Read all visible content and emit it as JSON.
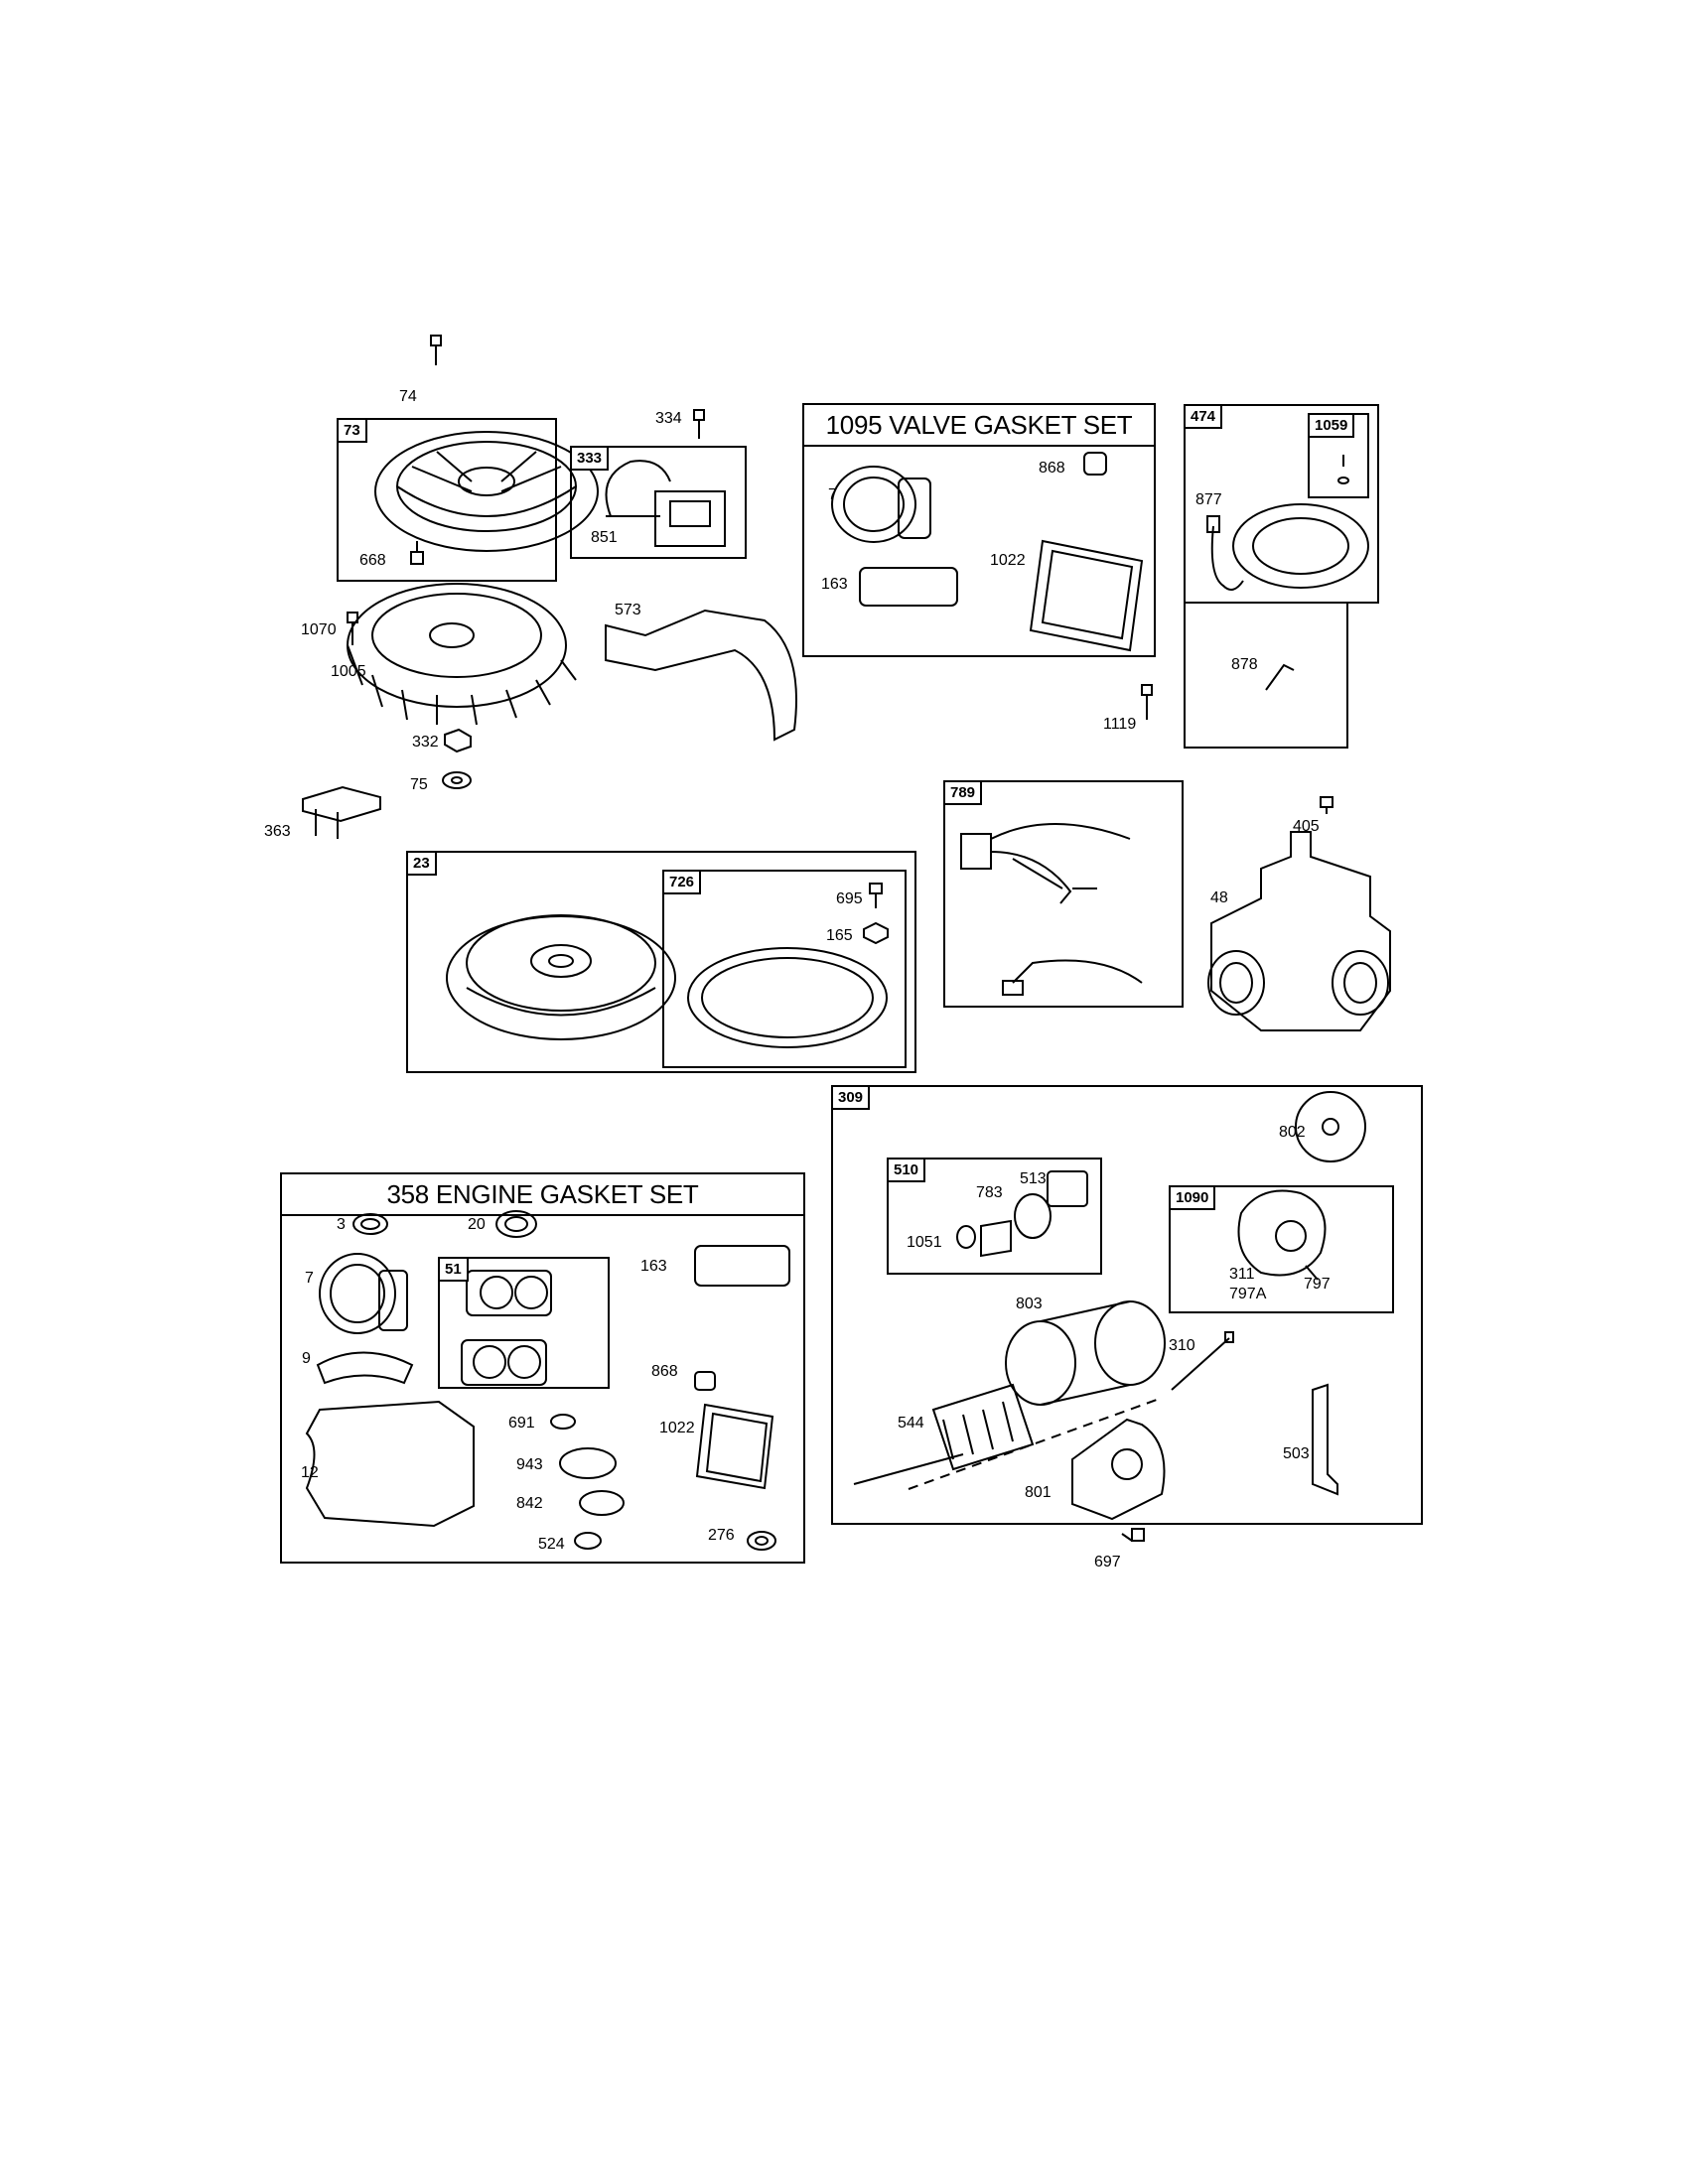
{
  "assemblies": [
    {
      "tag": "73"
    },
    {
      "tag": "333"
    },
    {
      "tag": "474"
    },
    {
      "tag": "1059"
    },
    {
      "tag": "23"
    },
    {
      "tag": "726"
    },
    {
      "tag": "789"
    },
    {
      "tag": "309"
    },
    {
      "tag": "510"
    },
    {
      "tag": "1090"
    },
    {
      "tag": "51"
    }
  ],
  "gasket_sets": {
    "valve": "1095 VALVE GASKET SET",
    "engine": "358 ENGINE GASKET SET"
  },
  "part_callouts": [
    "74",
    "668",
    "334",
    "851",
    "7",
    "868",
    "163",
    "1022",
    "877",
    "878",
    "1070",
    "1005",
    "573",
    "1119",
    "332",
    "75",
    "363",
    "405",
    "48",
    "695",
    "165",
    "802",
    "783",
    "513",
    "1051",
    "311",
    "797A",
    "797",
    "803",
    "310",
    "544",
    "801",
    "503",
    "697",
    "3",
    "20",
    "7",
    "163",
    "9",
    "868",
    "12",
    "691",
    "1022",
    "943",
    "842",
    "524",
    "276"
  ]
}
